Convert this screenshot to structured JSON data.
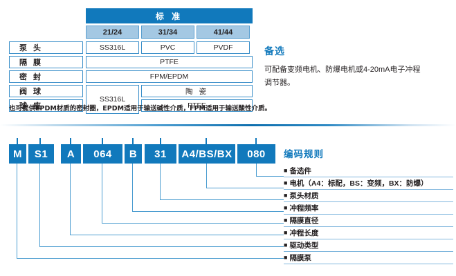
{
  "spec_table": {
    "main_header": "标 准",
    "sub_headers": [
      "21/24",
      "31/34",
      "41/44"
    ],
    "rows": [
      {
        "label": "泵  头",
        "cells": [
          "SS316L",
          "PVC",
          "PVDF"
        ]
      },
      {
        "label": "隔  膜",
        "cells": [
          "PTFE"
        ]
      },
      {
        "label": "密  封",
        "cells": [
          "FPM/EPDM"
        ]
      },
      {
        "label": "阀  球",
        "merge_left": "SS316L",
        "merge_right": "陶  瓷"
      },
      {
        "label": "球  座",
        "merge_right": "PTFE"
      }
    ],
    "footnote": "也可提供EPDM材质的密封圈，EPDM适用于输送碱性介质，FPM适用于输送酸性介质。"
  },
  "option_panel": {
    "title": "备选",
    "body": "可配备变频电机、防爆电机或4-20mA电子冲程调节器。"
  },
  "code_string": {
    "blocks": [
      "M",
      "S1",
      "A",
      "064",
      "B",
      "31",
      "A4/BS/BX",
      "080"
    ]
  },
  "rule_panel": {
    "title": "编码规则",
    "items": [
      "备选件",
      "电机（A4：标配，BS：变频，BX：防爆）",
      "泵头材质",
      "冲程频率",
      "隔膜直径",
      "冲程长度",
      "驱动类型",
      "隔膜泵"
    ],
    "bullet": "■"
  },
  "colors": {
    "brand_blue": "#1179bc",
    "light_blue": "#a4c8e3",
    "line_blue": "#4a9cd0",
    "text": "#231f20"
  }
}
